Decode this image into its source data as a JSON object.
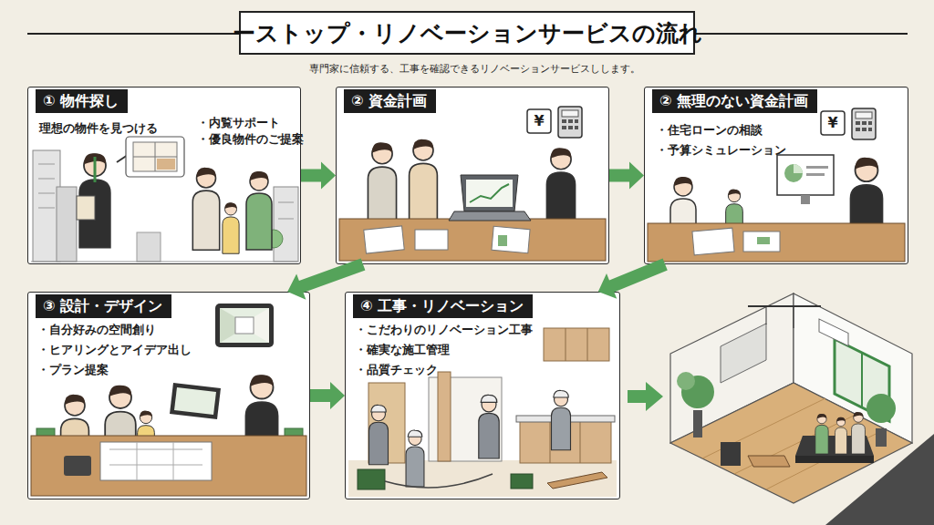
{
  "diagram": {
    "title": "ーストップ・リノベーションサービスの流れ",
    "nodes": [
      {
        "text": [
          "① 物件探し",
          "理想の物件を見つける",
          "・内覧サポート",
          "・優良物件のご提案"
        ]
      },
      {
        "text": [
          "② 資金計画"
        ]
      },
      {
        "text": [
          "② 無理のない資金計画",
          "・住宅ローンの相談",
          "・予算シミュレーション"
        ]
      },
      {
        "text": [
          "③ 設計・デザイン",
          "・自分好みの空間創り",
          "・ヒアリングとアイデア出し",
          "・プラン提案"
        ]
      },
      {
        "text": [
          "④ 工事・リノベーション",
          "・こだわりのリノベーション工事",
          "・確実な施工管理",
          "・品質チェック"
        ]
      }
    ],
    "edges": [
      {
        "from": 0,
        "to": 1,
        "arrow": "to"
      },
      {
        "from": 1,
        "to": 2,
        "arrow": "to"
      },
      {
        "from": 1,
        "to": 3,
        "arrow": "to"
      },
      {
        "from": 2,
        "to": 4,
        "arrow": "to"
      },
      {
        "from": 3,
        "to": 4,
        "arrow": "to"
      }
    ],
    "labels": [
      "専門家に信頼する、工事を確認できるリノベーションサービスしします。",
      "¥",
      "¥"
    ]
  }
}
